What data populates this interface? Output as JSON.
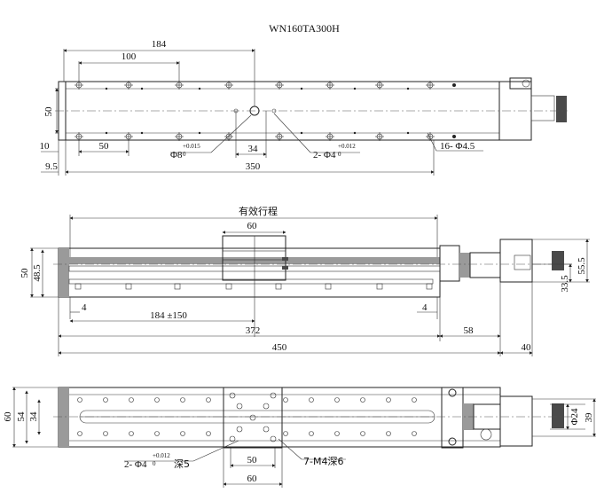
{
  "title": "WN160TA300H",
  "top_view": {
    "dims": {
      "d184": "184",
      "d100": "100",
      "d50_height": "50",
      "d10": "10",
      "d50": "50",
      "d34": "34",
      "d9_5": "9.5",
      "d350": "350"
    },
    "callouts": {
      "pin_hole": {
        "main": "Φ8",
        "tol_upper": "+0.015",
        "tol_lower": "0"
      },
      "dowel_holes": {
        "main": "2- Φ4",
        "tol_upper": "+0.012",
        "tol_lower": "0"
      },
      "mount_holes": "16- Φ4.5"
    }
  },
  "side_view": {
    "stroke_label": "有效行程",
    "dims": {
      "d60": "60",
      "d50": "50",
      "d48_5": "48.5",
      "d33_5": "33.5",
      "d55_5": "55.5",
      "d4_left": "4",
      "d4_right": "4",
      "d184_150": "184 ±150",
      "d372": "372",
      "d58": "58",
      "d450": "450",
      "d40": "40"
    }
  },
  "bottom_view": {
    "dims": {
      "d60": "60",
      "d54": "54",
      "d34": "34",
      "d50": "50",
      "d60_bottom": "60",
      "d24": "Φ24",
      "d39": "39"
    },
    "callouts": {
      "dowel": {
        "main": "2- Φ4",
        "tol_upper": "+0.012",
        "tol_lower": "0",
        "depth": "深5"
      },
      "tapped": "7-M4深6"
    }
  }
}
